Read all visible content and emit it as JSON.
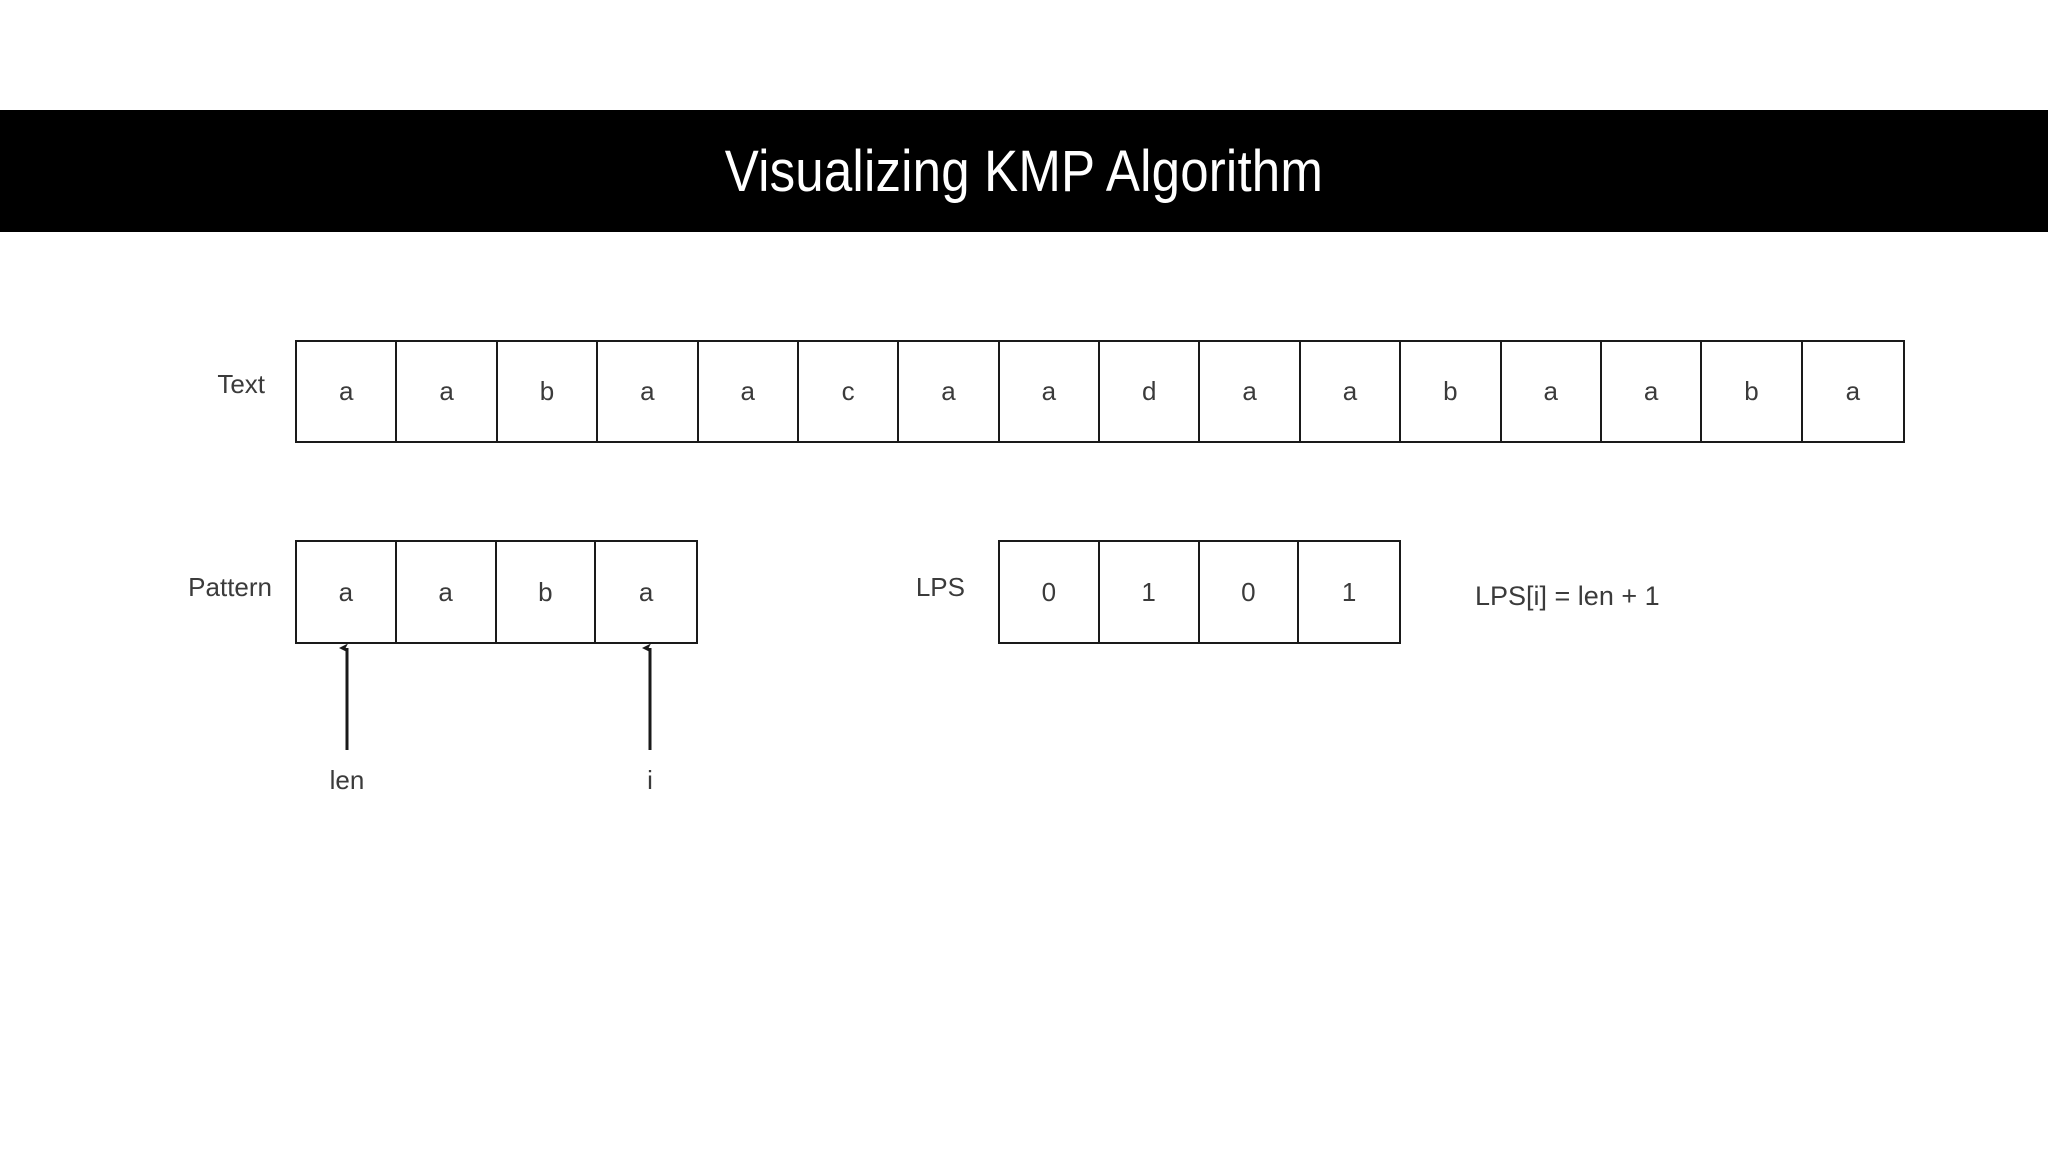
{
  "title": {
    "text": "Visualizing KMP Algorithm"
  },
  "rows": {
    "text": {
      "label": "Text",
      "cells": [
        "a",
        "a",
        "b",
        "a",
        "a",
        "c",
        "a",
        "a",
        "d",
        "a",
        "a",
        "b",
        "a",
        "a",
        "b",
        "a"
      ]
    },
    "pattern": {
      "label": "Pattern",
      "cells": [
        "a",
        "a",
        "b",
        "a"
      ]
    },
    "lps": {
      "label": "LPS",
      "cells": [
        "0",
        "1",
        "0",
        "1"
      ]
    }
  },
  "formula": {
    "text": "LPS[i] = len + 1"
  },
  "pointers": [
    {
      "name": "len",
      "label": "len",
      "cell_index": 0
    },
    {
      "name": "i",
      "label": "i",
      "cell_index": 3
    }
  ],
  "colors": {
    "banner_background": "#000000",
    "banner_text": "#ffffff",
    "cell_border": "#1a1a1a",
    "cell_background": "#ffffff",
    "text_color": "#3b3b3b",
    "page_background": "#ffffff"
  }
}
